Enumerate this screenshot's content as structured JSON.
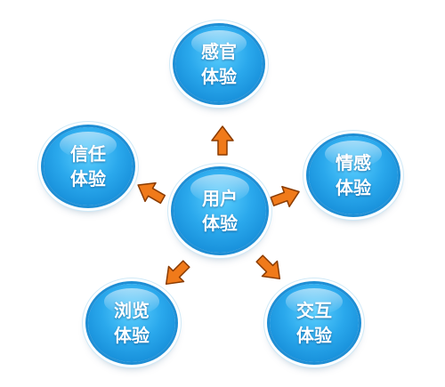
{
  "center": {
    "line1": "用户",
    "line2": "体验"
  },
  "nodes": {
    "top": {
      "line1": "感官",
      "line2": "体验"
    },
    "left": {
      "line1": "信任",
      "line2": "体验"
    },
    "right": {
      "line1": "情感",
      "line2": "体验"
    },
    "bottom_left": {
      "line1": "浏览",
      "line2": "体验"
    },
    "bottom_right": {
      "line1": "交互",
      "line2": "体验"
    }
  },
  "colors": {
    "circle": "#1f9be0",
    "arrow": "#f07a1a",
    "arrow_outline": "#8a3b00",
    "text": "#ffffff"
  }
}
